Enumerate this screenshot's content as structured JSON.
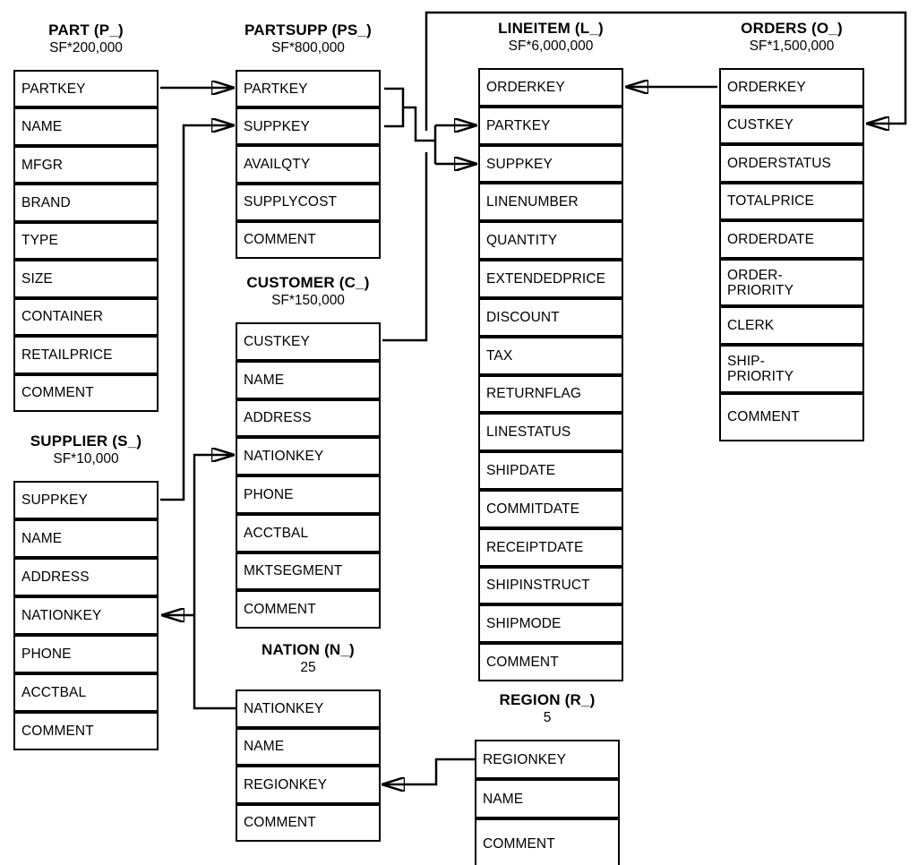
{
  "colors": {
    "line": "#000000",
    "background": "#ffffff"
  },
  "tables": {
    "part": {
      "title": "PART (P_)",
      "cardinality": "SF*200,000",
      "columns": [
        "PARTKEY",
        "NAME",
        "MFGR",
        "BRAND",
        "TYPE",
        "SIZE",
        "CONTAINER",
        "RETAILPRICE",
        "COMMENT"
      ]
    },
    "partsupp": {
      "title": "PARTSUPP (PS_)",
      "cardinality": "SF*800,000",
      "columns": [
        "PARTKEY",
        "SUPPKEY",
        "AVAILQTY",
        "SUPPLYCOST",
        "COMMENT"
      ]
    },
    "customer": {
      "title": "CUSTOMER (C_)",
      "cardinality": "SF*150,000",
      "columns": [
        "CUSTKEY",
        "NAME",
        "ADDRESS",
        "NATIONKEY",
        "PHONE",
        "ACCTBAL",
        "MKTSEGMENT",
        "COMMENT"
      ]
    },
    "lineitem": {
      "title": "LINEITEM (L_)",
      "cardinality": "SF*6,000,000",
      "columns": [
        "ORDERKEY",
        "PARTKEY",
        "SUPPKEY",
        "LINENUMBER",
        "QUANTITY",
        "EXTENDEDPRICE",
        "DISCOUNT",
        "TAX",
        "RETURNFLAG",
        "LINESTATUS",
        "SHIPDATE",
        "COMMITDATE",
        "RECEIPTDATE",
        "SHIPINSTRUCT",
        "SHIPMODE",
        "COMMENT"
      ]
    },
    "orders": {
      "title": "ORDERS (O_)",
      "cardinality": "SF*1,500,000",
      "columns": [
        "ORDERKEY",
        "CUSTKEY",
        "ORDERSTATUS",
        "TOTALPRICE",
        "ORDERDATE",
        "ORDER-\nPRIORITY",
        "CLERK",
        "SHIP-\nPRIORITY",
        "COMMENT"
      ]
    },
    "supplier": {
      "title": "SUPPLIER (S_)",
      "cardinality": "SF*10,000",
      "columns": [
        "SUPPKEY",
        "NAME",
        "ADDRESS",
        "NATIONKEY",
        "PHONE",
        "ACCTBAL",
        "COMMENT"
      ]
    },
    "nation": {
      "title": "NATION (N_)",
      "cardinality": "25",
      "columns": [
        "NATIONKEY",
        "NAME",
        "REGIONKEY",
        "COMMENT"
      ]
    },
    "region": {
      "title": "REGION (R_)",
      "cardinality": "5",
      "columns": [
        "REGIONKEY",
        "NAME",
        "COMMENT"
      ]
    }
  },
  "relationships": [
    {
      "from": "PART.PARTKEY",
      "to": "PARTSUPP.PARTKEY"
    },
    {
      "from": "SUPPLIER.SUPPKEY",
      "to": "PARTSUPP.SUPPKEY"
    },
    {
      "from": "PARTSUPP.PARTKEY,SUPPKEY",
      "to": "LINEITEM.PARTKEY,SUPPKEY"
    },
    {
      "from": "ORDERS.ORDERKEY",
      "to": "LINEITEM.ORDERKEY"
    },
    {
      "from": "CUSTOMER.CUSTKEY",
      "to": "ORDERS.CUSTKEY"
    },
    {
      "from": "NATION.NATIONKEY",
      "to": "CUSTOMER.NATIONKEY"
    },
    {
      "from": "NATION.NATIONKEY",
      "to": "SUPPLIER.NATIONKEY"
    },
    {
      "from": "REGION.REGIONKEY",
      "to": "NATION.REGIONKEY"
    }
  ]
}
